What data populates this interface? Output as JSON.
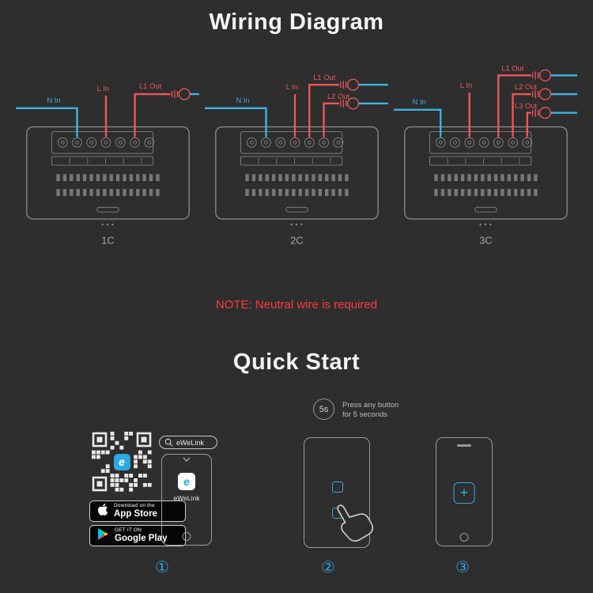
{
  "wiring": {
    "title": "Wiring Diagram",
    "note": "NOTE: Neutral wire is required",
    "labels": {
      "n_in": "N In",
      "l_in": "L In",
      "l1_out": "L1 Out",
      "l2_out": "L2 Out",
      "l3_out": "L3 Out"
    },
    "models": [
      "1C",
      "2C",
      "3C"
    ]
  },
  "quickstart": {
    "title": "Quick Start",
    "step1": {
      "number": "①",
      "search_text": "eWeLink",
      "app_name": "eWeLink",
      "logo_letter": "e",
      "appstore": {
        "tagline": "Download on the",
        "name": "App Store"
      },
      "googleplay": {
        "tagline": "GET IT ON",
        "name": "Google Play"
      }
    },
    "step2": {
      "number": "②",
      "timer": "5s",
      "instruction_line1": "Press any button",
      "instruction_line2": "for 5 seconds"
    },
    "step3": {
      "number": "③",
      "plus": "+"
    }
  },
  "colors": {
    "background": "#2e2e2e",
    "blue_wire": "#3cb4e6",
    "red_wire": "#f0565a",
    "outline_gray": "#9a9a9a",
    "accent_blue": "#2f9fe0",
    "note_red": "#fb3a3e"
  }
}
